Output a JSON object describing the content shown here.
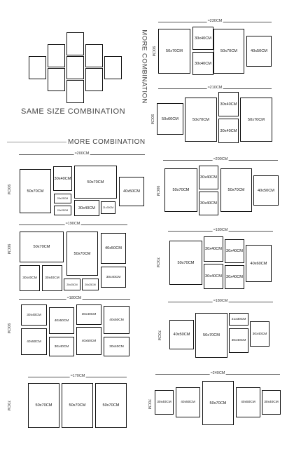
{
  "headings": {
    "same_size": "SAME SIZE COMBINATION",
    "more_combination": "MORE COMBINATION",
    "more_combination_vertical": "MORE COMBINATION"
  },
  "sizes": {
    "s50x70": "50x70CM",
    "s30x40": "30x40CM",
    "s40x50": "40x50CM",
    "s50x60": "50x60CM",
    "s40x60": "40x60CM",
    "s21x30": "21x30CM",
    "s20x25": "20x25CM",
    "s21x30b": "21x30CM"
  },
  "widths": {
    "w230": "230CM",
    "w210": "210CM",
    "w200a": "200CM",
    "w200b": "200CM",
    "w190": "190CM",
    "w180a": "180CM",
    "w180b": "180CM",
    "w180c": "180CM",
    "w170": "170CM",
    "w240": "240CM"
  },
  "heights": {
    "h90": "90CM",
    "h70": "70CM"
  }
}
